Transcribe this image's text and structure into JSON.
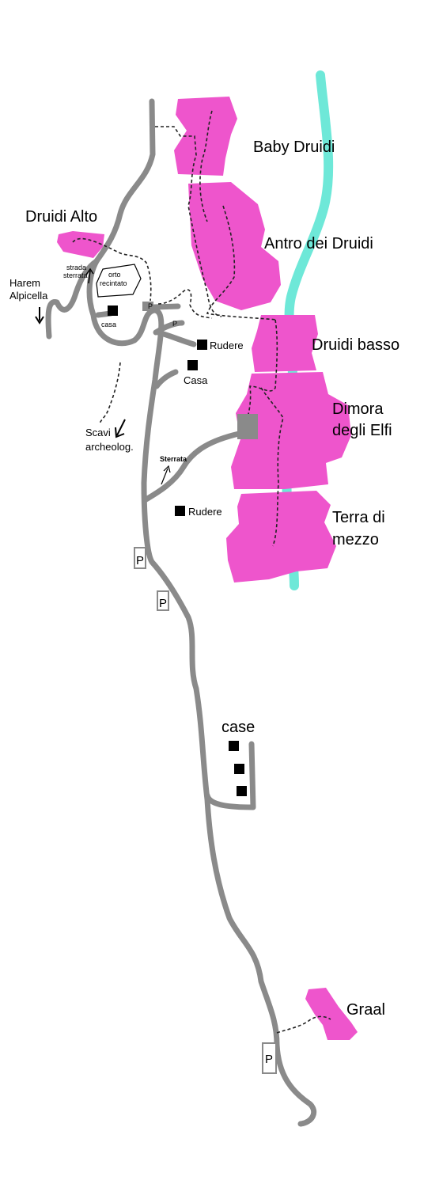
{
  "areas": {
    "baby_druidi": "Baby Druidi",
    "antro_dei_druidi": "Antro dei Druidi",
    "druidi_alto": "Druidi Alto",
    "druidi_basso": "Druidi basso",
    "dimora_line1": "Dimora",
    "dimora_line2": "degli Elfi",
    "terra_line1": "Terra di",
    "terra_line2": "mezzo",
    "graal": "Graal"
  },
  "labels": {
    "harem_line1": "Harem",
    "harem_line2": "Alpicella",
    "strada_line1": "strada",
    "strada_line2": "sterrata",
    "orto_line1": "orto",
    "orto_line2": "recintato",
    "casa_small": "casa",
    "rudere_1": "Rudere",
    "casa_2": "Casa",
    "scavi_line1": "Scavi",
    "scavi_line2": "archeolog.",
    "sterrata": "Sterrata",
    "rudere_2": "Rudere",
    "case": "case"
  },
  "parking": {
    "p1": "P",
    "p2": "P",
    "p3": "P",
    "p4": "P",
    "p5": "P"
  },
  "colors": {
    "area": "#ee55cc",
    "river": "#6ee8d8",
    "road": "#8a8a8a"
  }
}
